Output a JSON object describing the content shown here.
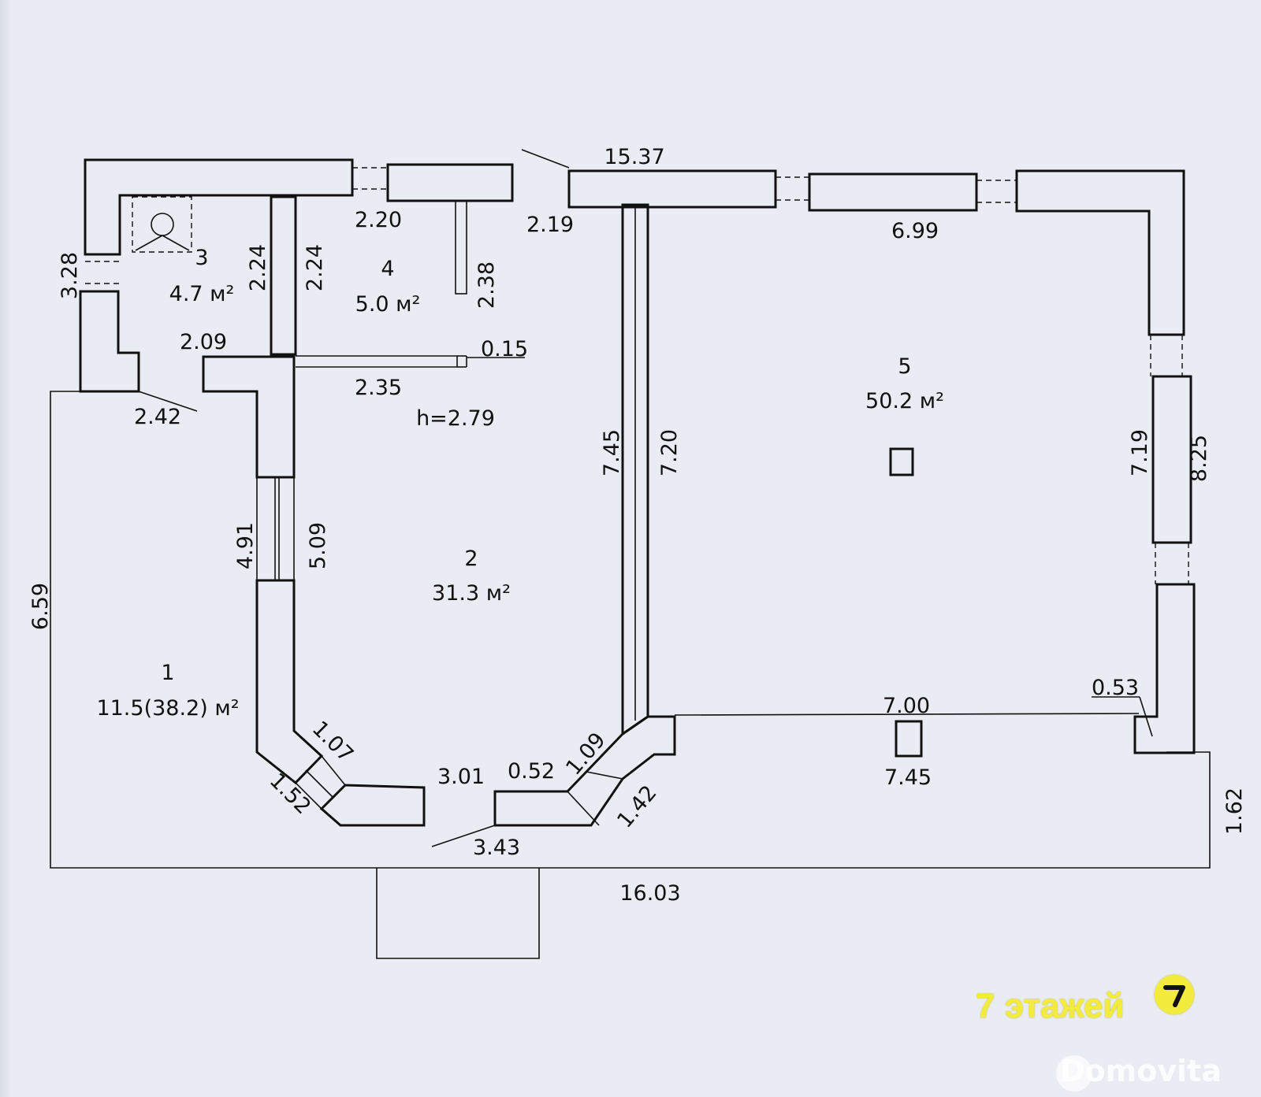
{
  "plan": {
    "room_numbers": [
      "1",
      "2",
      "3",
      "4",
      "5"
    ],
    "room_areas": [
      "11.5(38.2) м²",
      "31.3 м²",
      "4.7 м²",
      "5.0 м²",
      "50.2 м²"
    ],
    "ceiling_height": "h=2.79",
    "dimensions": {
      "d1537": "15.37",
      "d220": "2.20",
      "d219": "2.19",
      "d699": "6.99",
      "d328": "3.28",
      "d224a": "2.24",
      "d224b": "2.24",
      "d238": "2.38",
      "d209": "2.09",
      "d015": "0.15",
      "d235": "2.35",
      "d242": "2.42",
      "d745a": "7.45",
      "d720": "7.20",
      "d719": "7.19",
      "d825": "8.25",
      "d491": "4.91",
      "d509": "5.09",
      "d659": "6.59",
      "d107": "1.07",
      "d152": "1.52",
      "d109": "1.09",
      "d142": "1.42",
      "d301": "3.01",
      "d052": "0.52",
      "d343": "3.43",
      "d700": "7.00",
      "d745b": "7.45",
      "d053": "0.53",
      "d162": "1.62",
      "d1603": "16.03"
    }
  },
  "branding": {
    "badge_text": "7 этажей",
    "badge_color": "#f3ec3c",
    "watermark": "Domovita",
    "icons": [
      "badge-arrow-icon",
      "domovita-logo-icon"
    ]
  }
}
